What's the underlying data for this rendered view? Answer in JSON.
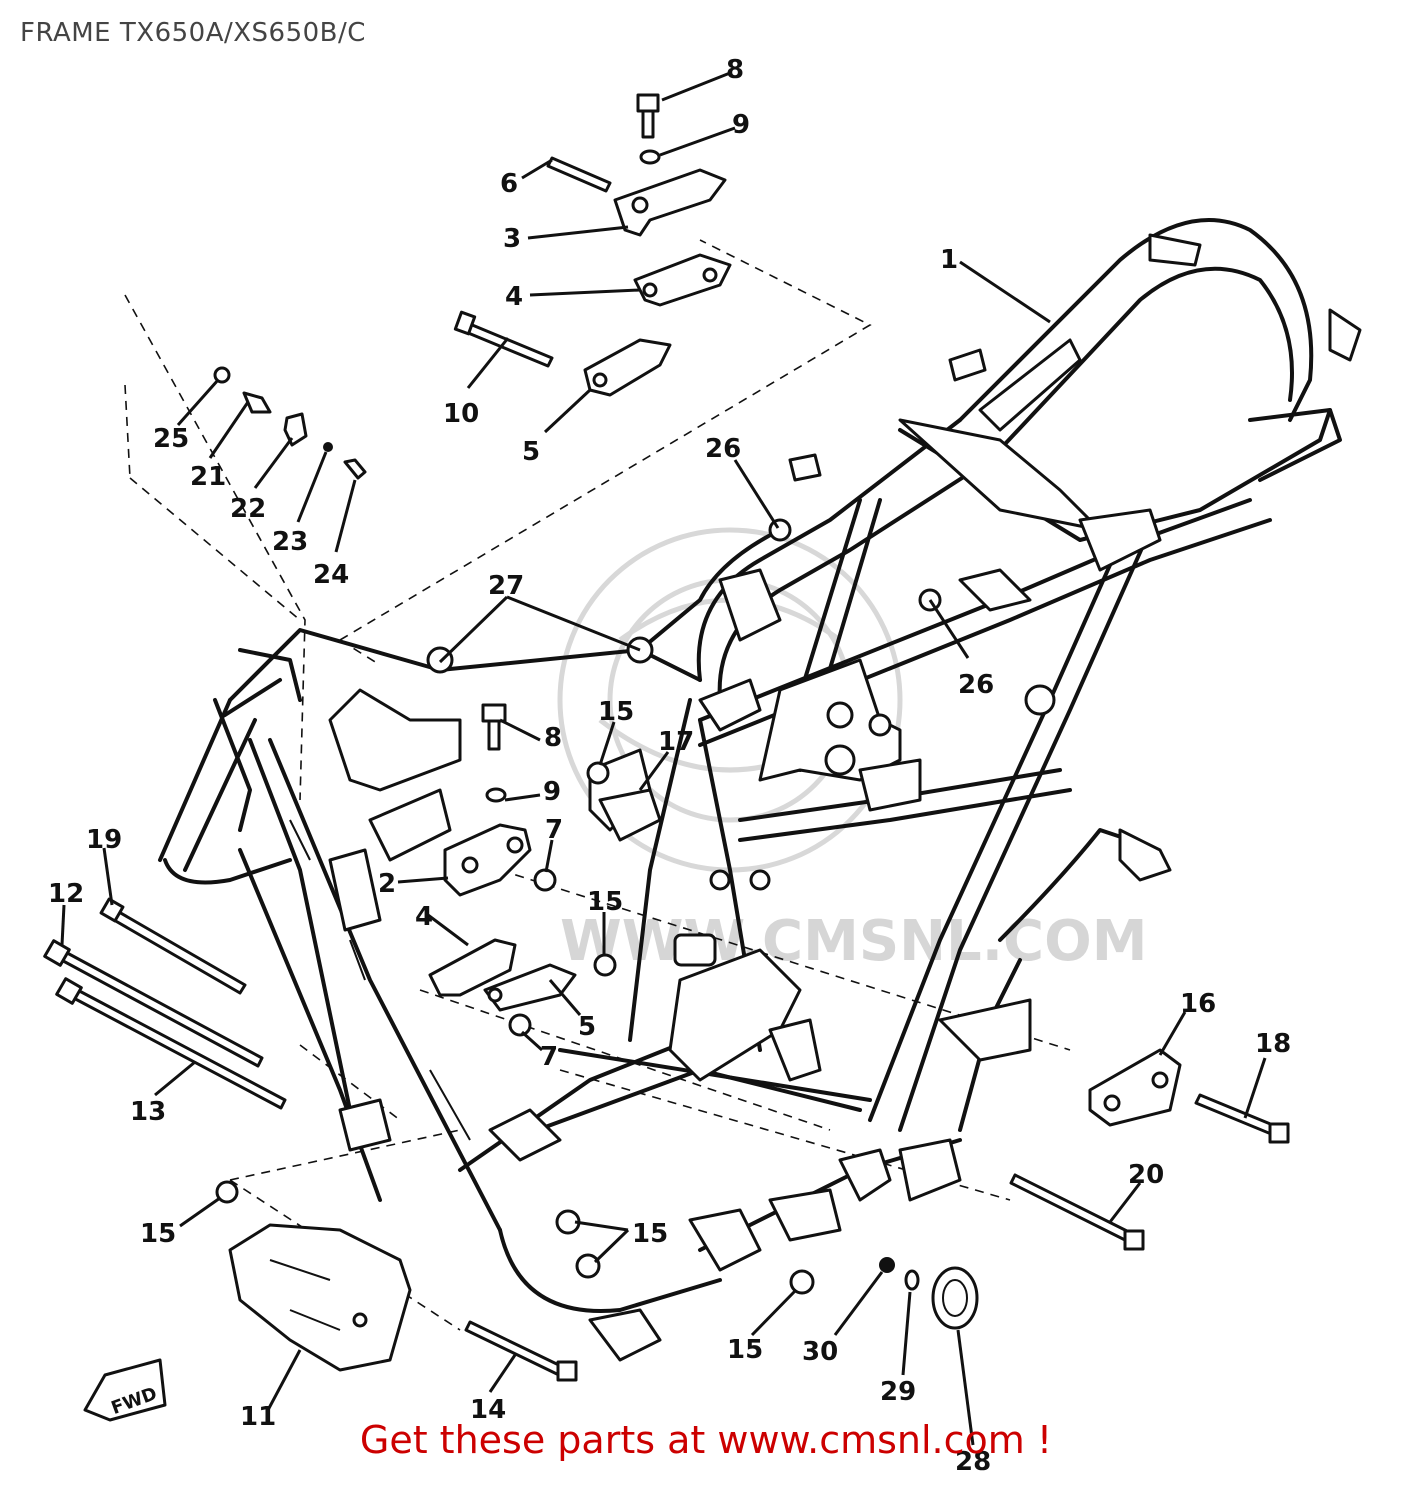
{
  "title": "FRAME TX650A/XS650B/C",
  "footer": "Get these parts at www.cmsnl.com !",
  "footer_color": "#cc0000",
  "watermark": "WWW.CMSNL.COM",
  "fwd_label": "FWD",
  "callouts": [
    {
      "id": "c8a",
      "label": "8"
    },
    {
      "id": "c9a",
      "label": "9"
    },
    {
      "id": "c6",
      "label": "6"
    },
    {
      "id": "c3",
      "label": "3"
    },
    {
      "id": "c4a",
      "label": "4"
    },
    {
      "id": "c1",
      "label": "1"
    },
    {
      "id": "c10",
      "label": "10"
    },
    {
      "id": "c5a",
      "label": "5"
    },
    {
      "id": "c25",
      "label": "25"
    },
    {
      "id": "c21",
      "label": "21"
    },
    {
      "id": "c22",
      "label": "22"
    },
    {
      "id": "c23",
      "label": "23"
    },
    {
      "id": "c24",
      "label": "24"
    },
    {
      "id": "c26a",
      "label": "26"
    },
    {
      "id": "c27",
      "label": "27"
    },
    {
      "id": "c26b",
      "label": "26"
    },
    {
      "id": "c15a",
      "label": "15"
    },
    {
      "id": "c8b",
      "label": "8"
    },
    {
      "id": "c17",
      "label": "17"
    },
    {
      "id": "c9b",
      "label": "9"
    },
    {
      "id": "c7a",
      "label": "7"
    },
    {
      "id": "c2",
      "label": "2"
    },
    {
      "id": "c19",
      "label": "19"
    },
    {
      "id": "c12",
      "label": "12"
    },
    {
      "id": "c15b",
      "label": "15"
    },
    {
      "id": "c4b",
      "label": "4"
    },
    {
      "id": "c5b",
      "label": "5"
    },
    {
      "id": "c7b",
      "label": "7"
    },
    {
      "id": "c13",
      "label": "13"
    },
    {
      "id": "c16",
      "label": "16"
    },
    {
      "id": "c18",
      "label": "18"
    },
    {
      "id": "c20",
      "label": "20"
    },
    {
      "id": "c15c",
      "label": "15"
    },
    {
      "id": "c15d",
      "label": "15"
    },
    {
      "id": "c15e",
      "label": "15"
    },
    {
      "id": "c30",
      "label": "30"
    },
    {
      "id": "c29",
      "label": "29"
    },
    {
      "id": "c28",
      "label": "28"
    },
    {
      "id": "c14",
      "label": "14"
    },
    {
      "id": "c11",
      "label": "11"
    }
  ]
}
